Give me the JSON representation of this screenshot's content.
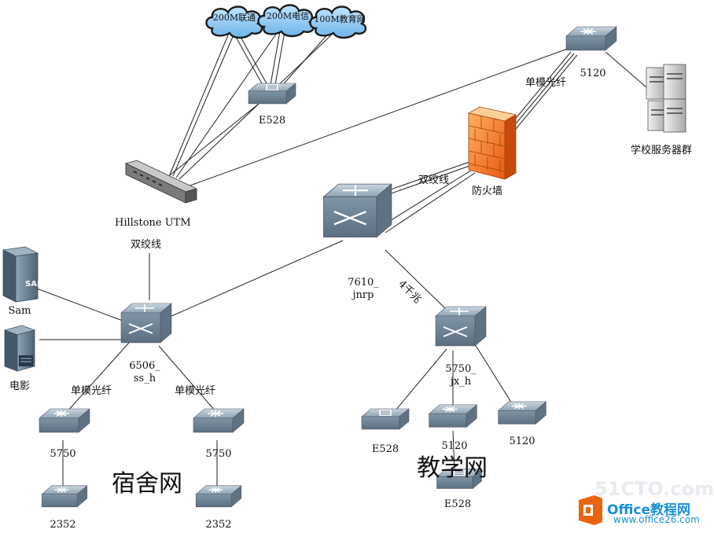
{
  "clouds": [
    {
      "id": "unicom",
      "label": "200M联通"
    },
    {
      "id": "telecom",
      "label": "200M电信"
    },
    {
      "id": "edu",
      "label": "100M教育网"
    }
  ],
  "devices": {
    "e528_top": "E528",
    "s5120_top": "5120",
    "servers": "学校服务器群",
    "firewall": "防火墙",
    "utm": "Hillstone  UTM",
    "core": [
      "7610_",
      "jnrp"
    ],
    "sam": "Sam",
    "movie": "电影",
    "dorm_sw": [
      "6506_",
      "ss_h"
    ],
    "teach_sw": [
      "5750_",
      "jx_h"
    ],
    "dorm_left": "5750",
    "dorm_right": "5750",
    "dorm_left_access": "2352",
    "dorm_right_access": "2352",
    "teach_e528": "E528",
    "teach_5120_mid": "5120",
    "teach_5120_right": "5120",
    "teach_e528_bottom": "E528"
  },
  "links": {
    "single_mode_top": "单模光纤",
    "twisted_pair_fw": "双绞线",
    "twisted_pair_utm": "双绞线",
    "gigabit_4": "4千兆",
    "single_mode_left": "单模光纤",
    "single_mode_right": "单模光纤"
  },
  "zones": {
    "dorm": "宿舍网",
    "teach": "教学网"
  },
  "watermark": {
    "site": "51CTO.com",
    "brand": "Office教程网",
    "url": "www.office26.com"
  }
}
